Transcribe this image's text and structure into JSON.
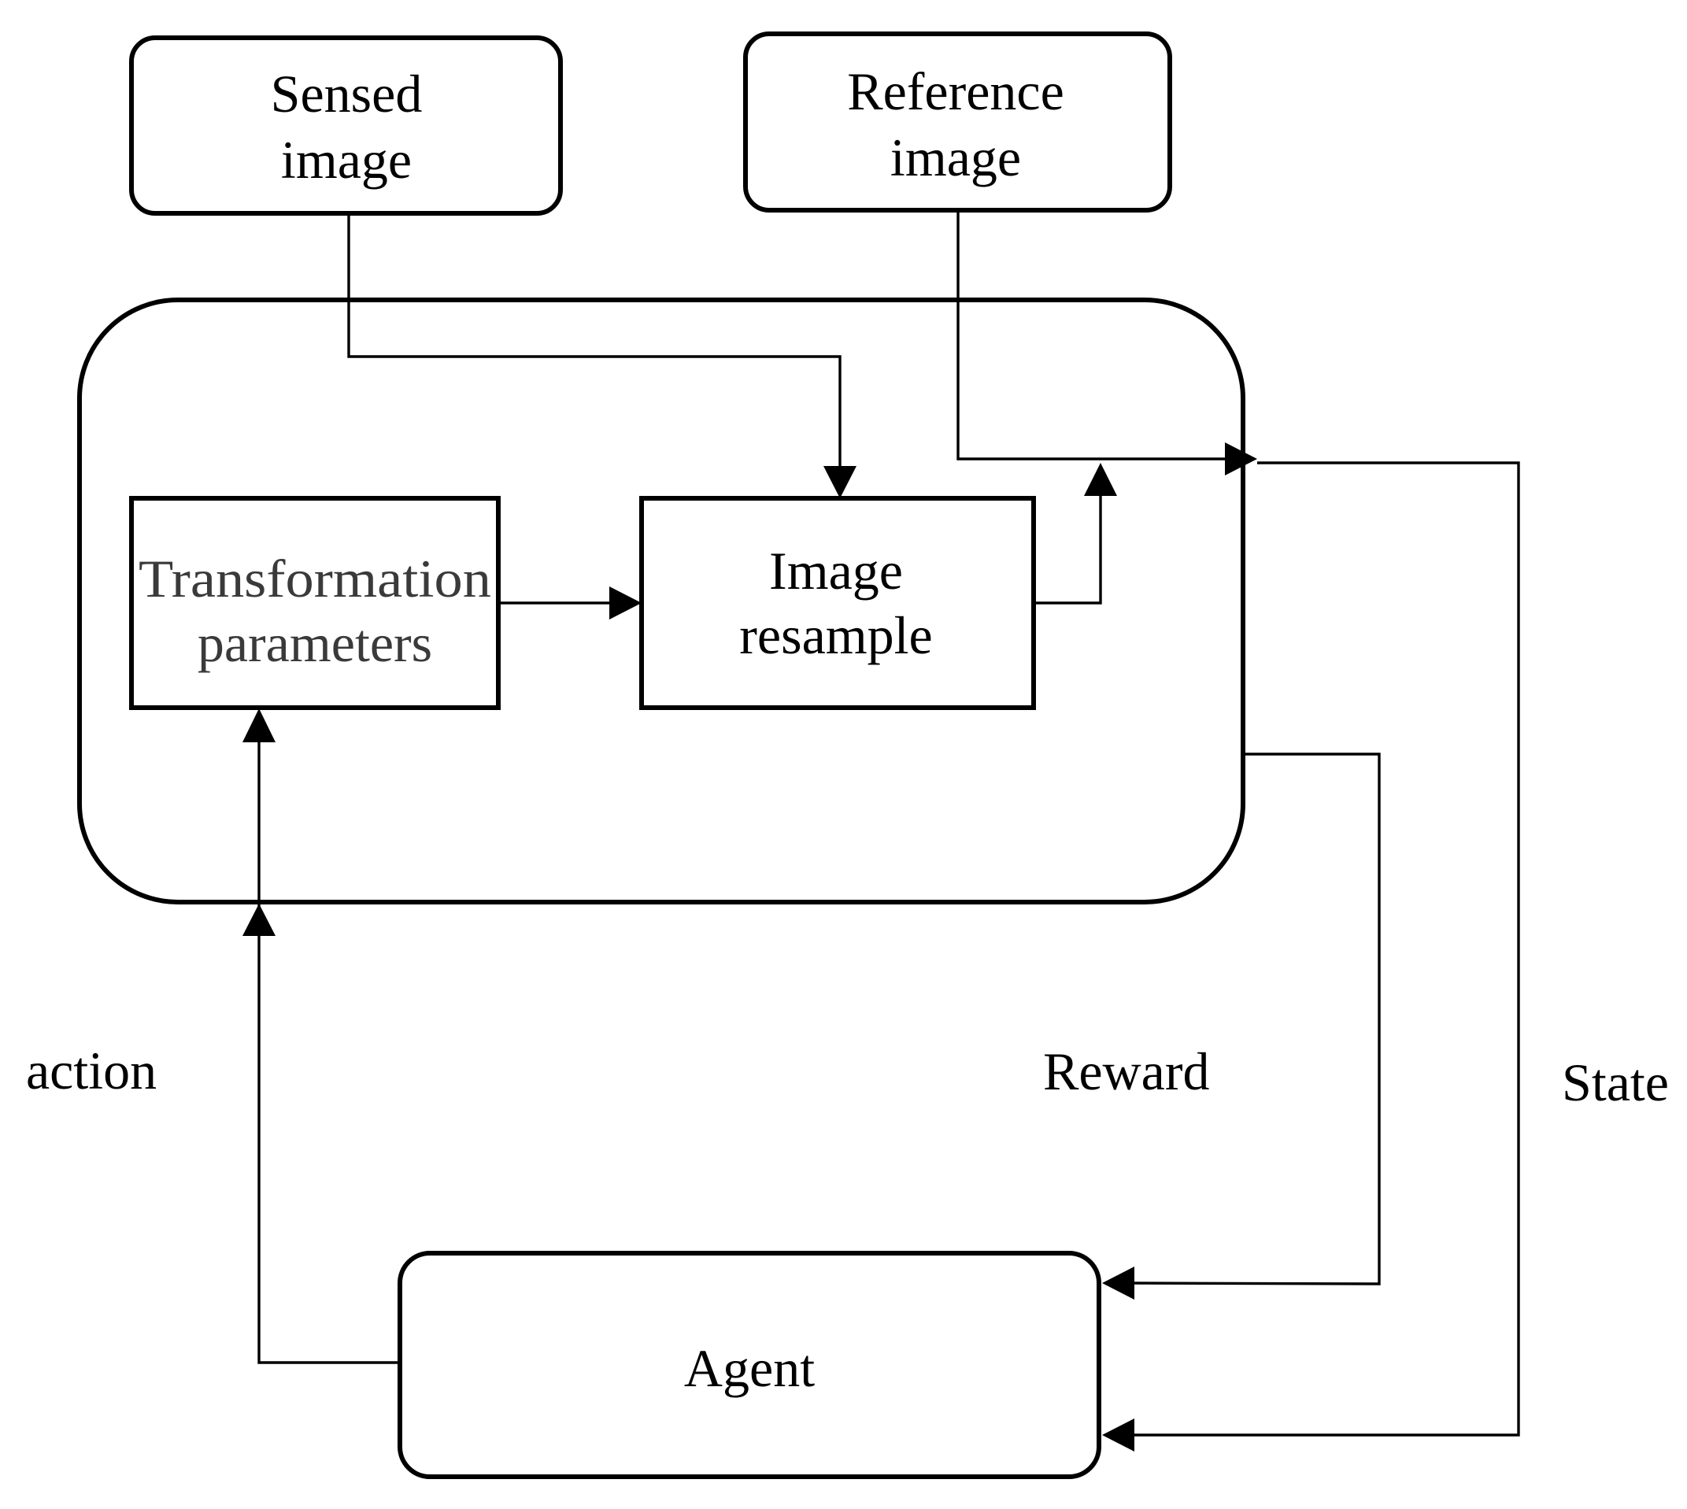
{
  "nodes": {
    "sensed_image": {
      "line1": "Sensed",
      "line2": "image"
    },
    "reference_image": {
      "line1": "Reference",
      "line2": "image"
    },
    "transformation_parameters": {
      "line1": "Transformation",
      "line2": "parameters"
    },
    "image_resample": {
      "line1": "Image",
      "line2": "resample"
    },
    "agent": {
      "label": "Agent"
    }
  },
  "edges": {
    "action": "action",
    "reward": "Reward",
    "state": "State"
  },
  "colors": {
    "stroke": "#000000",
    "background": "#ffffff",
    "muted_text": "#3a3a3a"
  }
}
